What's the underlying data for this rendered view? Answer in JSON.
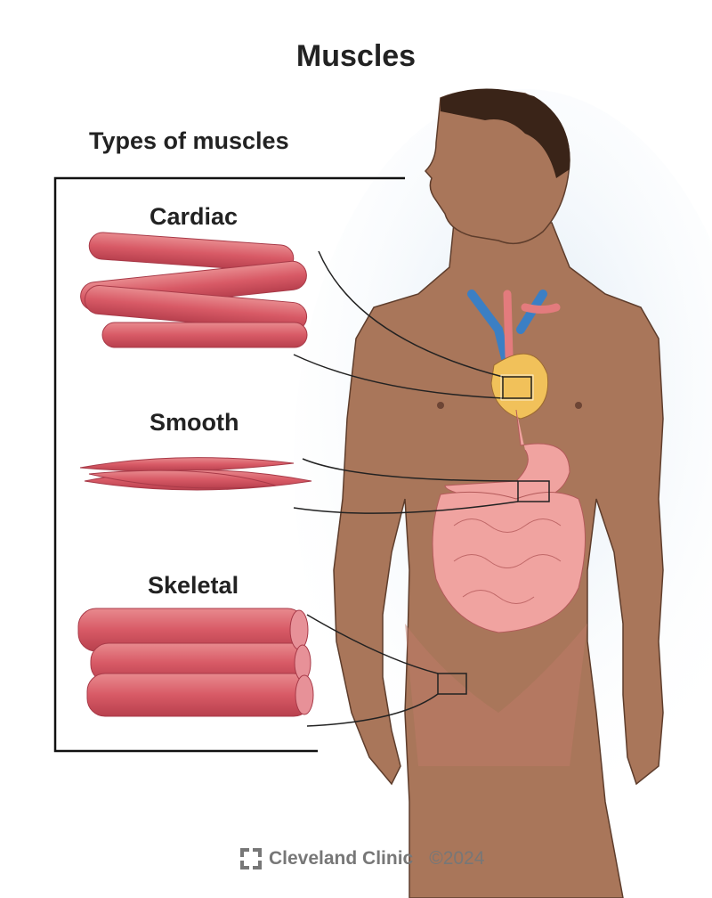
{
  "title": "Muscles",
  "subtitle": "Types of muscles",
  "muscle_types": [
    {
      "label": "Cardiac"
    },
    {
      "label": "Smooth"
    },
    {
      "label": "Skeletal"
    }
  ],
  "footer": {
    "brand": "Cleveland Clinic",
    "copyright": "©2024"
  },
  "colors": {
    "skin": "#a9765a",
    "muscle": "#d9606a",
    "vein": "#3b7fc4",
    "organ": "#f0a3a0"
  }
}
